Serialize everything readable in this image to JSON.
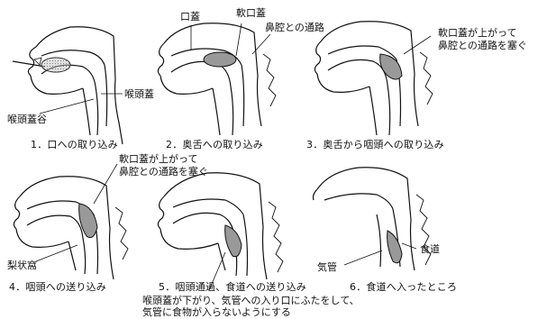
{
  "panels": [
    {
      "caption": "1．口への取り込み",
      "labels": [
        "喉頭蓋",
        "喉頭蓋谷"
      ]
    },
    {
      "caption": "2．奥舌への取り込み",
      "labels": [
        "口蓋",
        "軟口蓋",
        "鼻腔との通路"
      ]
    },
    {
      "caption": "3．奥舌から咽頭への取り込み",
      "labels": [
        "軟口蓋が上がって",
        "鼻腔との通路を塞ぐ"
      ]
    },
    {
      "caption": "4．咽頭への送り込み",
      "labels": [
        "軟口蓋が上がって",
        "鼻腔との通路を塞ぐ",
        "梨状窩"
      ]
    },
    {
      "caption": "5．咽頭通過、食道への送り込み",
      "labels": [],
      "note": [
        "喉頭蓋が下がり、気管への入り口にふたをして、",
        "気管に食物が入らないようにする"
      ]
    },
    {
      "caption": "6．食道へ入ったところ",
      "labels": [
        "食道",
        "気管"
      ]
    }
  ]
}
